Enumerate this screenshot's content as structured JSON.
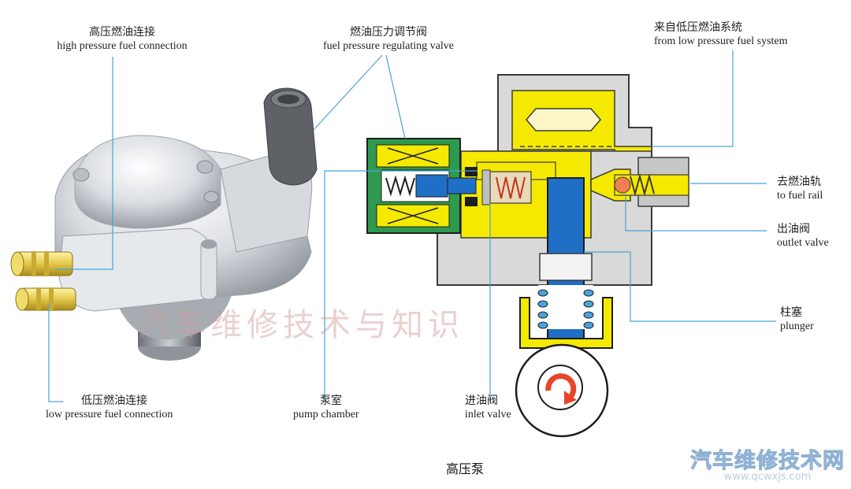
{
  "labels": {
    "high_pressure": {
      "zh": "高压燃油连接",
      "en": "high pressure fuel connection"
    },
    "regulating_valve": {
      "zh": "燃油压力调节阀",
      "en": "fuel pressure regulating valve"
    },
    "low_pressure_system": {
      "zh": "来自低压燃油系统",
      "en": "from low pressure fuel system"
    },
    "fuel_rail": {
      "zh": "去燃油轨",
      "en": "to fuel rail"
    },
    "outlet_valve": {
      "zh": "出油阀",
      "en": "outlet valve"
    },
    "plunger": {
      "zh": "柱塞",
      "en": "plunger"
    },
    "low_pressure_conn": {
      "zh": "低压燃油连接",
      "en": "low pressure fuel connection"
    },
    "pump_chamber": {
      "zh": "泵室",
      "en": "pump chamber"
    },
    "inlet_valve": {
      "zh": "进油阀",
      "en": "inlet valve"
    }
  },
  "caption": "高压泵",
  "watermark": "汽车维修技术与知识",
  "logo": {
    "main": "汽车维修技术网",
    "url": "www.qcwxjs.com"
  },
  "colors": {
    "yellow": "#f5e900",
    "green": "#2e9a4f",
    "blue": "#1f6fc6",
    "gray": "#d8d8d8",
    "leader": "#4aa3d8",
    "accent": "#e8452c"
  }
}
